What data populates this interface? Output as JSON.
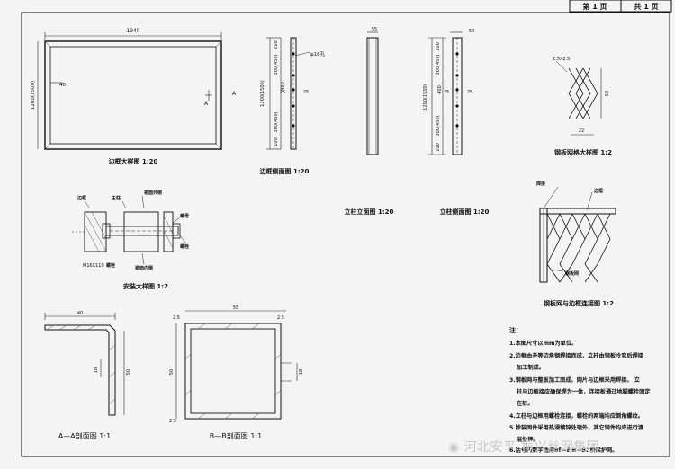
{
  "title_block": {
    "sheet_no": "第 1 页",
    "total": "共 1 页"
  },
  "border_frame": {
    "width_label": "1940",
    "height_label": "1200(1500)",
    "inner_offset": "40",
    "section_mark": "A",
    "title": "边框大样图 1:20"
  },
  "border_side_view": {
    "dims": [
      "100",
      "300(450)",
      "25",
      "25",
      "400",
      "1200(1500)",
      "300(450)",
      "100"
    ],
    "hole_label": "φ18孔",
    "title": "边框侧面图 1:20"
  },
  "post_front": {
    "width_label": "55",
    "title": "立柱立面图 1:20"
  },
  "post_side": {
    "width_label": "50",
    "dims": [
      "100",
      "300(450)",
      "25",
      "25",
      "400",
      "1200(1500)",
      "300(450)",
      "100"
    ],
    "title": "立柱侧面图 1:20"
  },
  "mesh_detail": {
    "labels": [
      "2.5X2.5",
      "60",
      "22"
    ],
    "title": "钢板网格大样图 1:2"
  },
  "mesh_connection": {
    "labels": [
      "焊接",
      "边框",
      "钢板网"
    ],
    "title": "钢板网与边框连接图 1:2"
  },
  "install_detail": {
    "labels": [
      "边框",
      "主柱",
      "裙面外侧",
      "螺母",
      "螺栓",
      "M16X110",
      "螺栓",
      "裙面内侧"
    ],
    "title": "安装大样图 1:2"
  },
  "section_aa": {
    "labels": [
      "40",
      "18",
      "50"
    ],
    "title": "A—A剖面图 1:1"
  },
  "section_bb": {
    "labels": [
      "2.5",
      "55",
      "2.5",
      "50",
      "18",
      "2.5"
    ],
    "title": "B—B剖面图 1:1"
  },
  "notes": {
    "heading": "注：",
    "items": [
      "1.本图尺寸以mm为单位。",
      "2.边框由矛等边角钢焊接而成，立柱由钢板冷弯后焊接",
      "加工制成。",
      "3.钢板网与整板加工面成，网片与边框采用焊接。 立",
      "柱与边框接应确保焊为一体，连接板通过地脚螺栓固定",
      "在桩。",
      "4.立柱与边框用螺栓连接，螺栓的两端均应倒角螺纹。",
      "5.除装固件采用热浸镀锌处理外，其它钢件均应进行渡",
      "层处理。",
      "6.括号内数字适用Bf—Em—B2桥梁护网。"
    ]
  },
  "watermark": "河北安平-振兴丝网集团"
}
